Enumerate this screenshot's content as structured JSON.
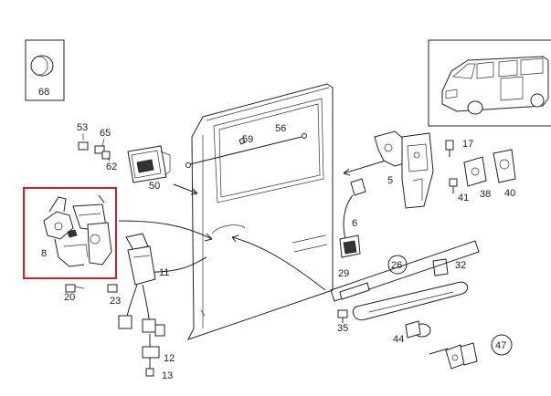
{
  "labels": {
    "p68": "68",
    "p53": "53",
    "p65": "65",
    "p62": "62",
    "p50": "50",
    "p59": "59",
    "p56": "56",
    "p5": "5",
    "p17": "17",
    "p41": "41",
    "p38": "38",
    "p40": "40",
    "p6": "6",
    "p29": "29",
    "p26": "26",
    "p32": "32",
    "p8": "8",
    "p11": "11",
    "p20": "20",
    "p23": "23",
    "p35": "35",
    "p44": "44",
    "p47": "47",
    "p13": "13"
  },
  "colors": {
    "highlight": "#c8202a",
    "ink": "#222222"
  }
}
